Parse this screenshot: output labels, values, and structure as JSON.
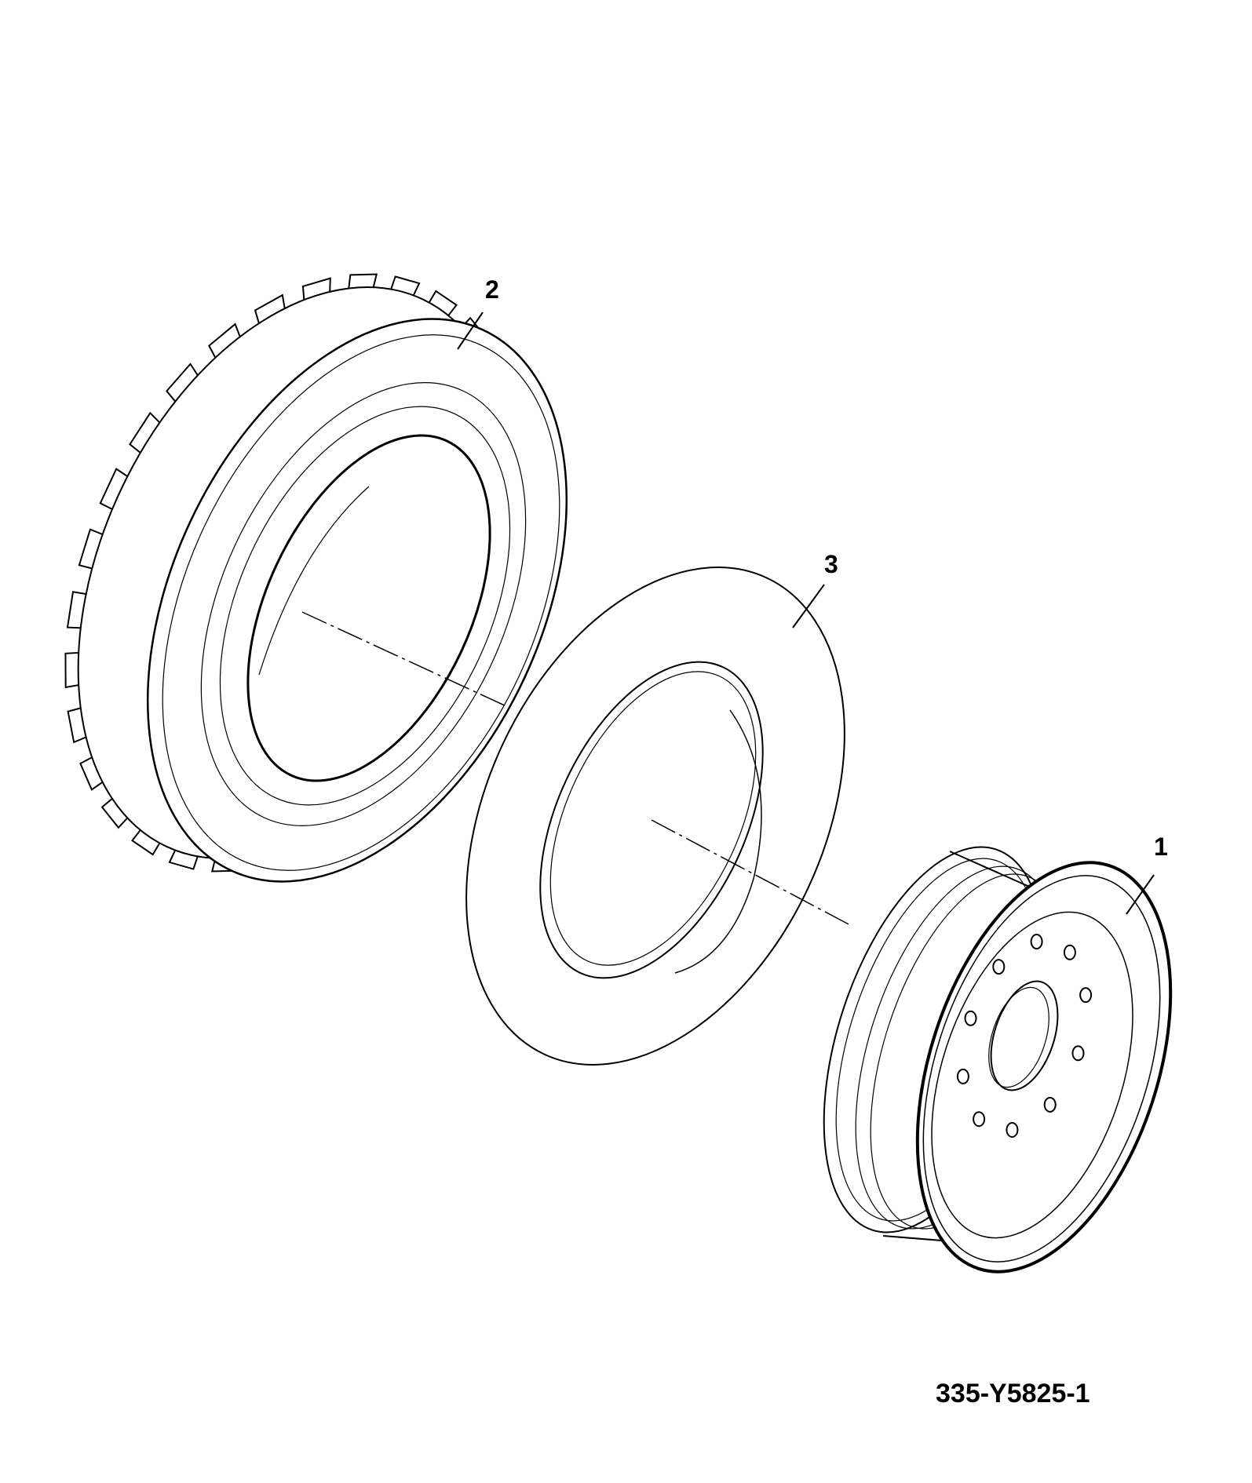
{
  "callouts": {
    "wheel": "1",
    "tyre": "2",
    "flap": "3"
  },
  "figure_code": "335-Y5825-1",
  "colors": {
    "line": "#000000",
    "background": "#ffffff"
  }
}
